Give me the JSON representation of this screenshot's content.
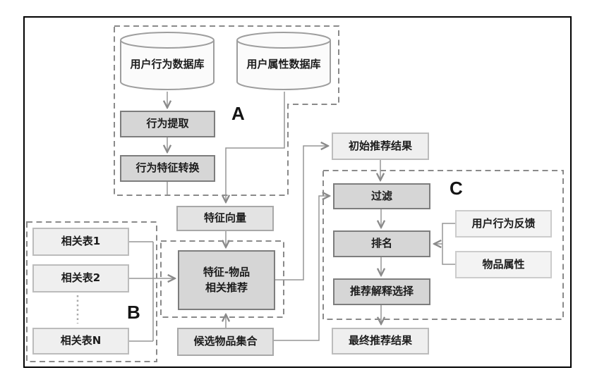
{
  "diagram": {
    "section_labels": {
      "a": "A",
      "b": "B",
      "c": "C"
    },
    "nodes": {
      "user_behavior_db": "用户行为数据库",
      "user_attribute_db": "用户属性数据库",
      "behavior_extraction": "行为提取",
      "behavior_feature_transform": "行为特征转换",
      "feature_vector": "特征向量",
      "feature_item_recommend": "特征-物品\n相关推荐",
      "related_table_1": "相关表1",
      "related_table_2": "相关表2",
      "related_table_n": "相关表N",
      "candidate_item_set": "候选物品集合",
      "initial_results": "初始推荐结果",
      "filter": "过滤",
      "ranking": "排名",
      "explanation_selection": "推荐解释选择",
      "final_results": "最终推荐结果",
      "user_behavior_feedback": "用户行为反馈",
      "item_attributes": "物品属性"
    },
    "colors": {
      "frame": "#000000",
      "dashed_border": "#8a8a8a",
      "connector": "#959595",
      "dark_box_fill": "#d6d6d6",
      "dark_box_border": "#7d7d7d",
      "mid_box_fill": "#e3e3e3",
      "light_box_fill": "#efefef",
      "lightest_box_fill": "#f3f3f3",
      "cylinder_fill": "#fbfbfb"
    }
  }
}
